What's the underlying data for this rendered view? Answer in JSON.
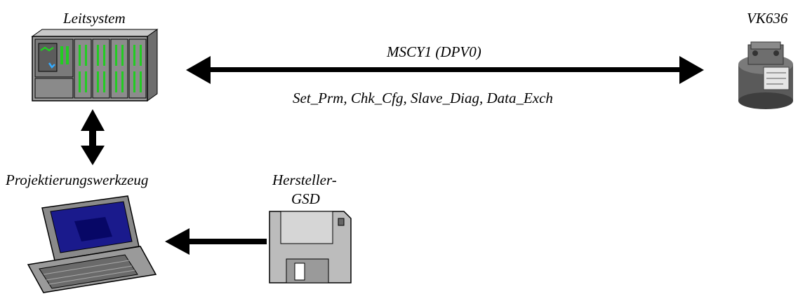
{
  "labels": {
    "controller": "Leitsystem",
    "device": "VK636",
    "protocol": "MSCY1 (DPV0)",
    "services": "Set_Prm, Chk_Cfg, Slave_Diag, Data_Exch",
    "tool": "Projektierungswerkzeug",
    "gsd_line1": "Hersteller-",
    "gsd_line2": "GSD"
  },
  "icons": {
    "controller": "plc-rack-icon",
    "device": "transmitter-icon",
    "tool": "laptop-icon",
    "gsd": "floppy-disk-icon"
  },
  "colors": {
    "plc_body": "#9a9a9a",
    "plc_led": "#22cc22",
    "laptop_screen": "#1a1a8c",
    "arrow": "#000000"
  }
}
